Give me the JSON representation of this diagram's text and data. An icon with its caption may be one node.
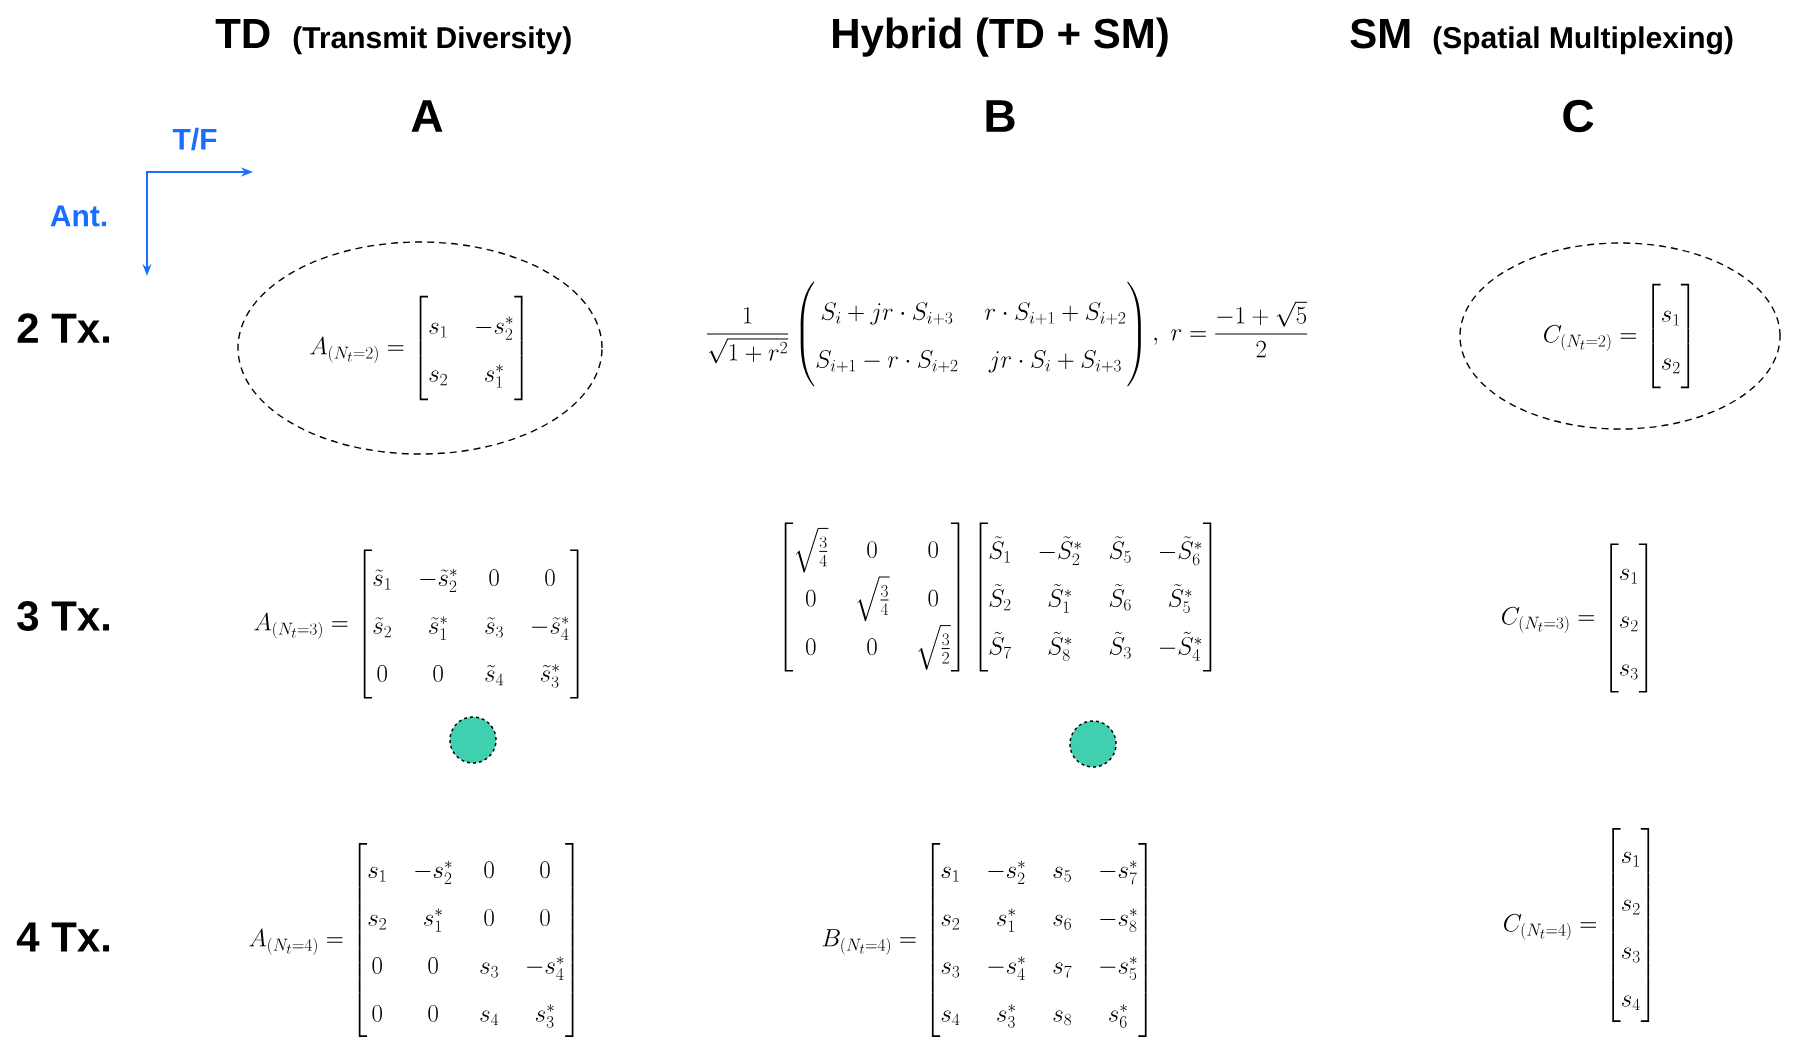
{
  "diagram": {
    "nodes": [
      {
        "text": [
          "A_{(N_t=2)}=\\begin{bmatrix} s_1 & -s_2^{*} \\\\ s_2 & s_1^{*} \\end{bmatrix}"
        ]
      },
      {
        "text": [
          "C_{(N_t=2)}=\\begin{bmatrix} s_1 \\\\ s_2 \\end{bmatrix}"
        ]
      },
      {
        "text": [],
        "shape": "circle"
      },
      {
        "text": [],
        "shape": "circle"
      }
    ],
    "labels": [
      "TD",
      "(Transmit Diversity)",
      "Hybrid (TD + SM)",
      "SM",
      "(Spatial Multiplexing)",
      "A",
      "B",
      "C",
      "T/F",
      "Ant.",
      "2 Tx.",
      "\\frac{1}{\\sqrt{1+r^2}}\\begin{pmatrix} S_i+jr\\cdot S_{i+3} & r\\cdot S_{i+1}+S_{i+2} \\\\ S_{i+1}-r\\cdot S_{i+2} & jr\\cdot S_i+S_{i+3} \\end{pmatrix},\\ r=\\frac{-1+\\sqrt{5}}{2}",
      "3 Tx.",
      "A_{(N_t=3)}=\\begin{bmatrix} \\tilde{s}_1 & -\\tilde{s}_2^{*} & 0 & 0 \\\\ \\tilde{s}_2 & \\tilde{s}_1^{*} & \\tilde{s}_3 & -\\tilde{s}_4^{*} \\\\ 0 & 0 & \\tilde{s}_4 & \\tilde{s}_3^{*} \\end{bmatrix}",
      "\\begin{bmatrix} \\sqrt{\\frac{3}{4}} & 0 & 0 \\\\ 0 & \\sqrt{\\frac{3}{4}} & 0 \\\\ 0 & 0 & \\sqrt{\\frac{3}{2}} \\end{bmatrix}\\begin{bmatrix} \\tilde{S}_1 & -\\tilde{S}_2^{*} & \\tilde{S}_5 & -\\tilde{S}_6^{*} \\\\ \\tilde{S}_2 & \\tilde{S}_1^{*} & \\tilde{S}_6 & \\tilde{S}_5^{*} \\\\ \\tilde{S}_7 & \\tilde{S}_8^{*} & \\tilde{S}_3 & -\\tilde{S}_4^{*} \\end{bmatrix}",
      "C_{(N_t=3)}=\\begin{bmatrix} s_1 \\\\ s_2 \\\\ s_3 \\end{bmatrix}",
      "4 Tx.",
      "A_{(N_t=4)}=\\begin{bmatrix} s_1 & -s_2^{*} & 0 & 0 \\\\ s_2 & s_1^{*} & 0 & 0 \\\\ 0 & 0 & s_3 & -s_4^{*} \\\\ 0 & 0 & s_4 & s_3^{*} \\end{bmatrix}",
      "B_{(N_t=4)}=\\begin{bmatrix} s_1 & -s_2^{*} & s_5 & -s_7^{*} \\\\ s_2 & s_1^{*} & s_6 & -s_8^{*} \\\\ s_3 & -s_4^{*} & s_7 & -s_5^{*} \\\\ s_4 & s_3^{*} & s_8 & s_6^{*} \\end{bmatrix}",
      "C_{(N_t=4)}=\\begin{bmatrix} s_1 \\\\ s_2 \\\\ s_3 \\\\ s_4 \\end{bmatrix}"
    ]
  }
}
